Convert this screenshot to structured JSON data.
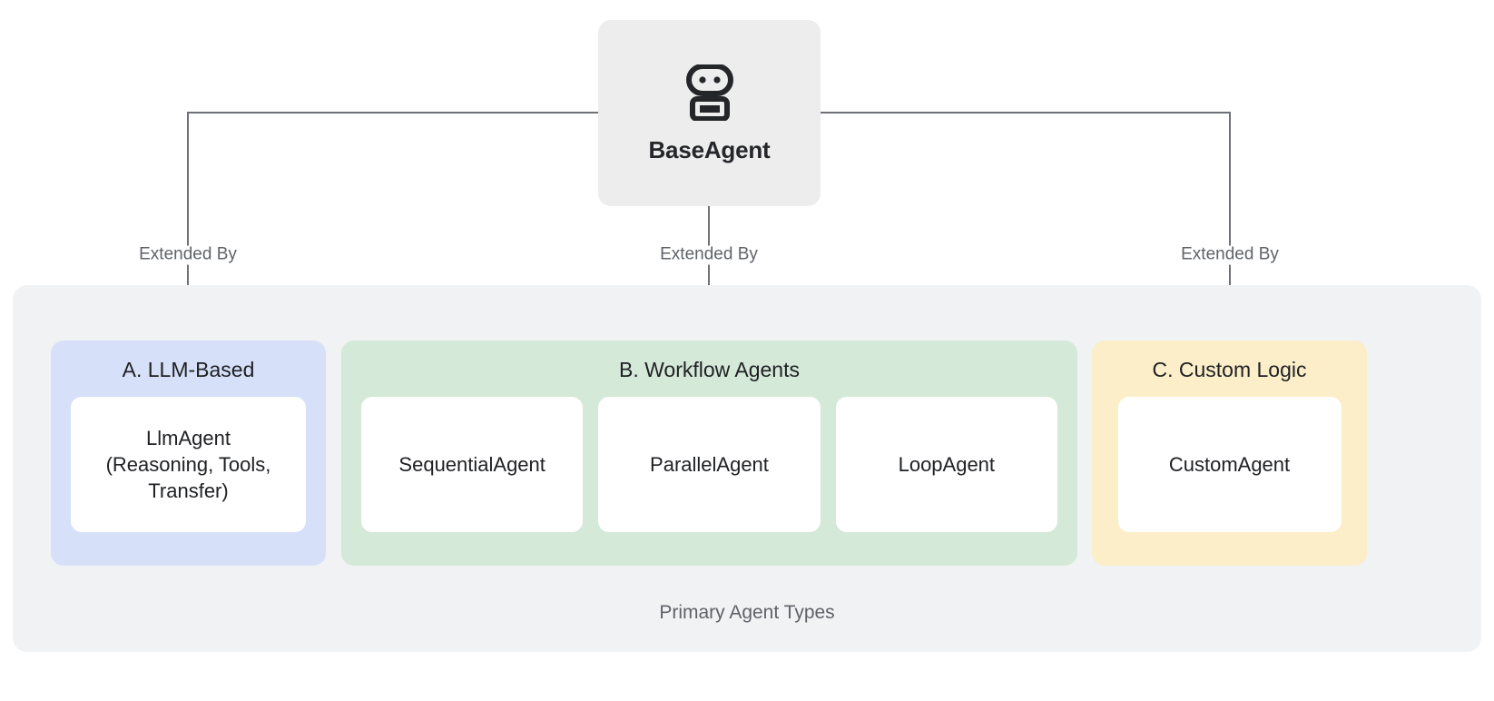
{
  "diagram": {
    "root": {
      "icon": "robot-icon",
      "label": "BaseAgent"
    },
    "edges": [
      {
        "label": "Extended By"
      },
      {
        "label": "Extended By"
      },
      {
        "label": "Extended By"
      }
    ],
    "group": {
      "caption": "Primary Agent Types"
    },
    "categories": [
      {
        "id": "llm-based",
        "title": "A. LLM-Based",
        "color": "#d6e0f8",
        "cards": [
          {
            "label": "LlmAgent\n(Reasoning, Tools,\nTransfer)"
          }
        ]
      },
      {
        "id": "workflow-agents",
        "title": "B. Workflow Agents",
        "color": "#d5e9d9",
        "cards": [
          {
            "label": "SequentialAgent"
          },
          {
            "label": "ParallelAgent"
          },
          {
            "label": "LoopAgent"
          }
        ]
      },
      {
        "id": "custom-logic",
        "title": "C. Custom Logic",
        "color": "#fbeec9",
        "cards": [
          {
            "label": "CustomAgent"
          }
        ]
      }
    ],
    "colors": {
      "root_box": "#ededed",
      "group_box": "#f0f2f4",
      "connector": "#6d7176",
      "card": "#ffffff",
      "text_primary": "#202124",
      "text_muted": "#5f6368"
    }
  }
}
